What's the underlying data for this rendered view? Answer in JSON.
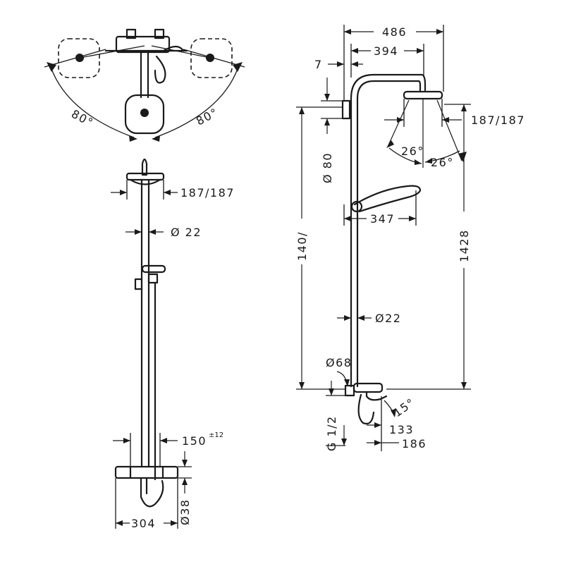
{
  "dimensions": {
    "left_angle": "80°",
    "right_angle": "80°",
    "front_head_width": "187/187",
    "front_pipe_dia": "Ø 22",
    "front_outlet_offset": "150",
    "front_outlet_tolerance": "±12",
    "front_bar_dia": "Ø38",
    "front_bar_width": "304",
    "overall_width": "486",
    "arm_length": "394",
    "wall_offset": "7",
    "mount_dia": "Ø 80",
    "side_head_width": "187/187",
    "spray_angle_left": "26°",
    "spray_angle_right": "26°",
    "overall_height_partial": "140/",
    "riser_height": "1428",
    "hand_shower_reach": "347",
    "side_pipe_dia": "Ø22",
    "flange_dia": "Ø68",
    "connection_thread": "G 1/2",
    "spout_angle": "15°",
    "spout_reach_short": "133",
    "spout_reach_long": "186"
  }
}
